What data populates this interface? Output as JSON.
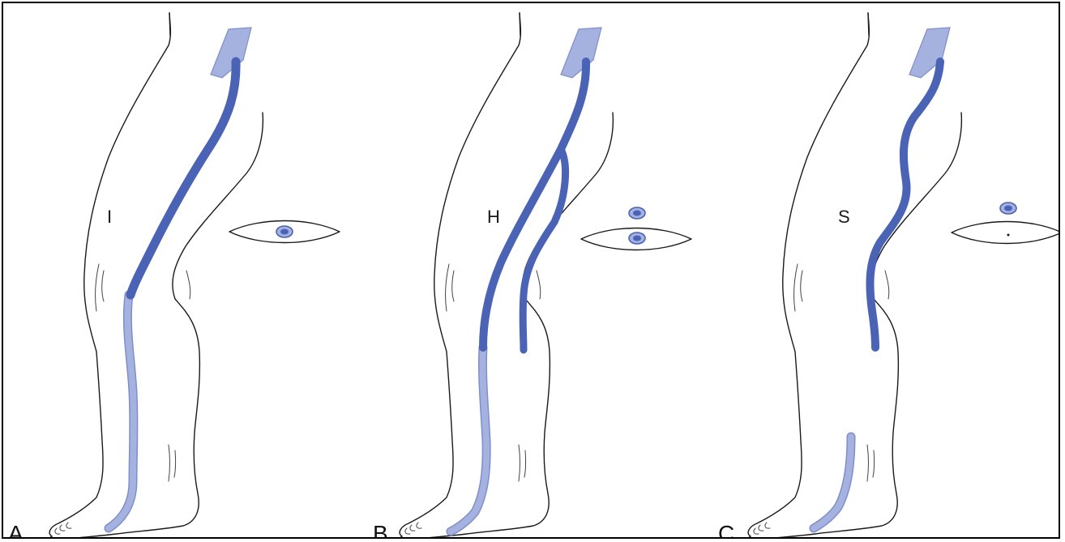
{
  "colors": {
    "vein_dark": "#4a63b5",
    "vein_light": "#a5b1de",
    "vein_light_stroke": "#7e8fcb",
    "outline": "#1a1a1a"
  },
  "panels": [
    {
      "panel_label": "A",
      "type_label": "I"
    },
    {
      "panel_label": "B",
      "type_label": "H"
    },
    {
      "panel_label": "C",
      "type_label": "S"
    }
  ]
}
